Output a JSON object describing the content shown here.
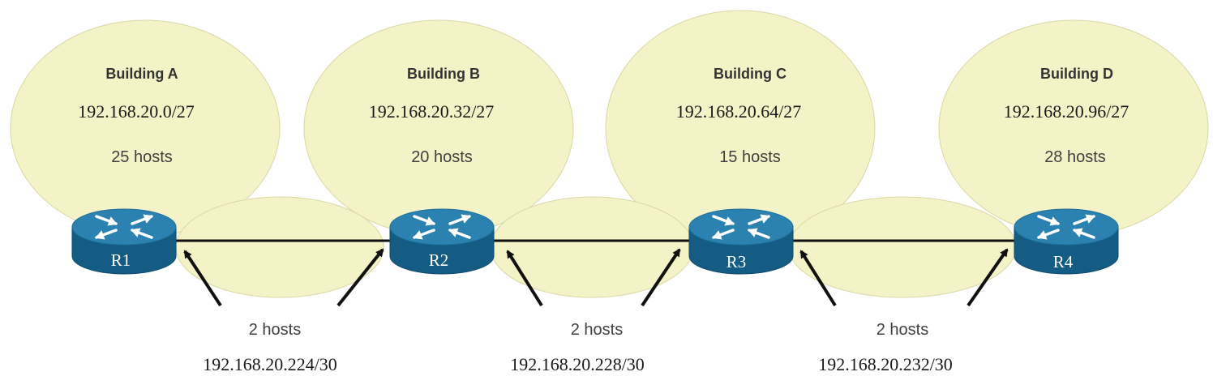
{
  "colors": {
    "lan_fill": "#f4f3c8",
    "lan_stroke": "#d8d7a4",
    "router_top": "#2b82b0",
    "router_side": "#145c83",
    "arrow": "#111111"
  },
  "buildings": [
    {
      "name": "Building A",
      "network": "192.168.20.0/27",
      "hosts": "25 hosts"
    },
    {
      "name": "Building B",
      "network": "192.168.20.32/27",
      "hosts": "20 hosts"
    },
    {
      "name": "Building C",
      "network": "192.168.20.64/27",
      "hosts": "15 hosts"
    },
    {
      "name": "Building D",
      "network": "192.168.20.96/27",
      "hosts": "28 hosts"
    }
  ],
  "routers": [
    {
      "label": "R1",
      "icon": "router-icon"
    },
    {
      "label": "R2",
      "icon": "router-icon"
    },
    {
      "label": "R3",
      "icon": "router-icon"
    },
    {
      "label": "R4",
      "icon": "router-icon"
    }
  ],
  "links": [
    {
      "hosts": "2 hosts",
      "network": "192.168.20.224/30"
    },
    {
      "hosts": "2 hosts",
      "network": "192.168.20.228/30"
    },
    {
      "hosts": "2 hosts",
      "network": "192.168.20.232/30"
    }
  ]
}
